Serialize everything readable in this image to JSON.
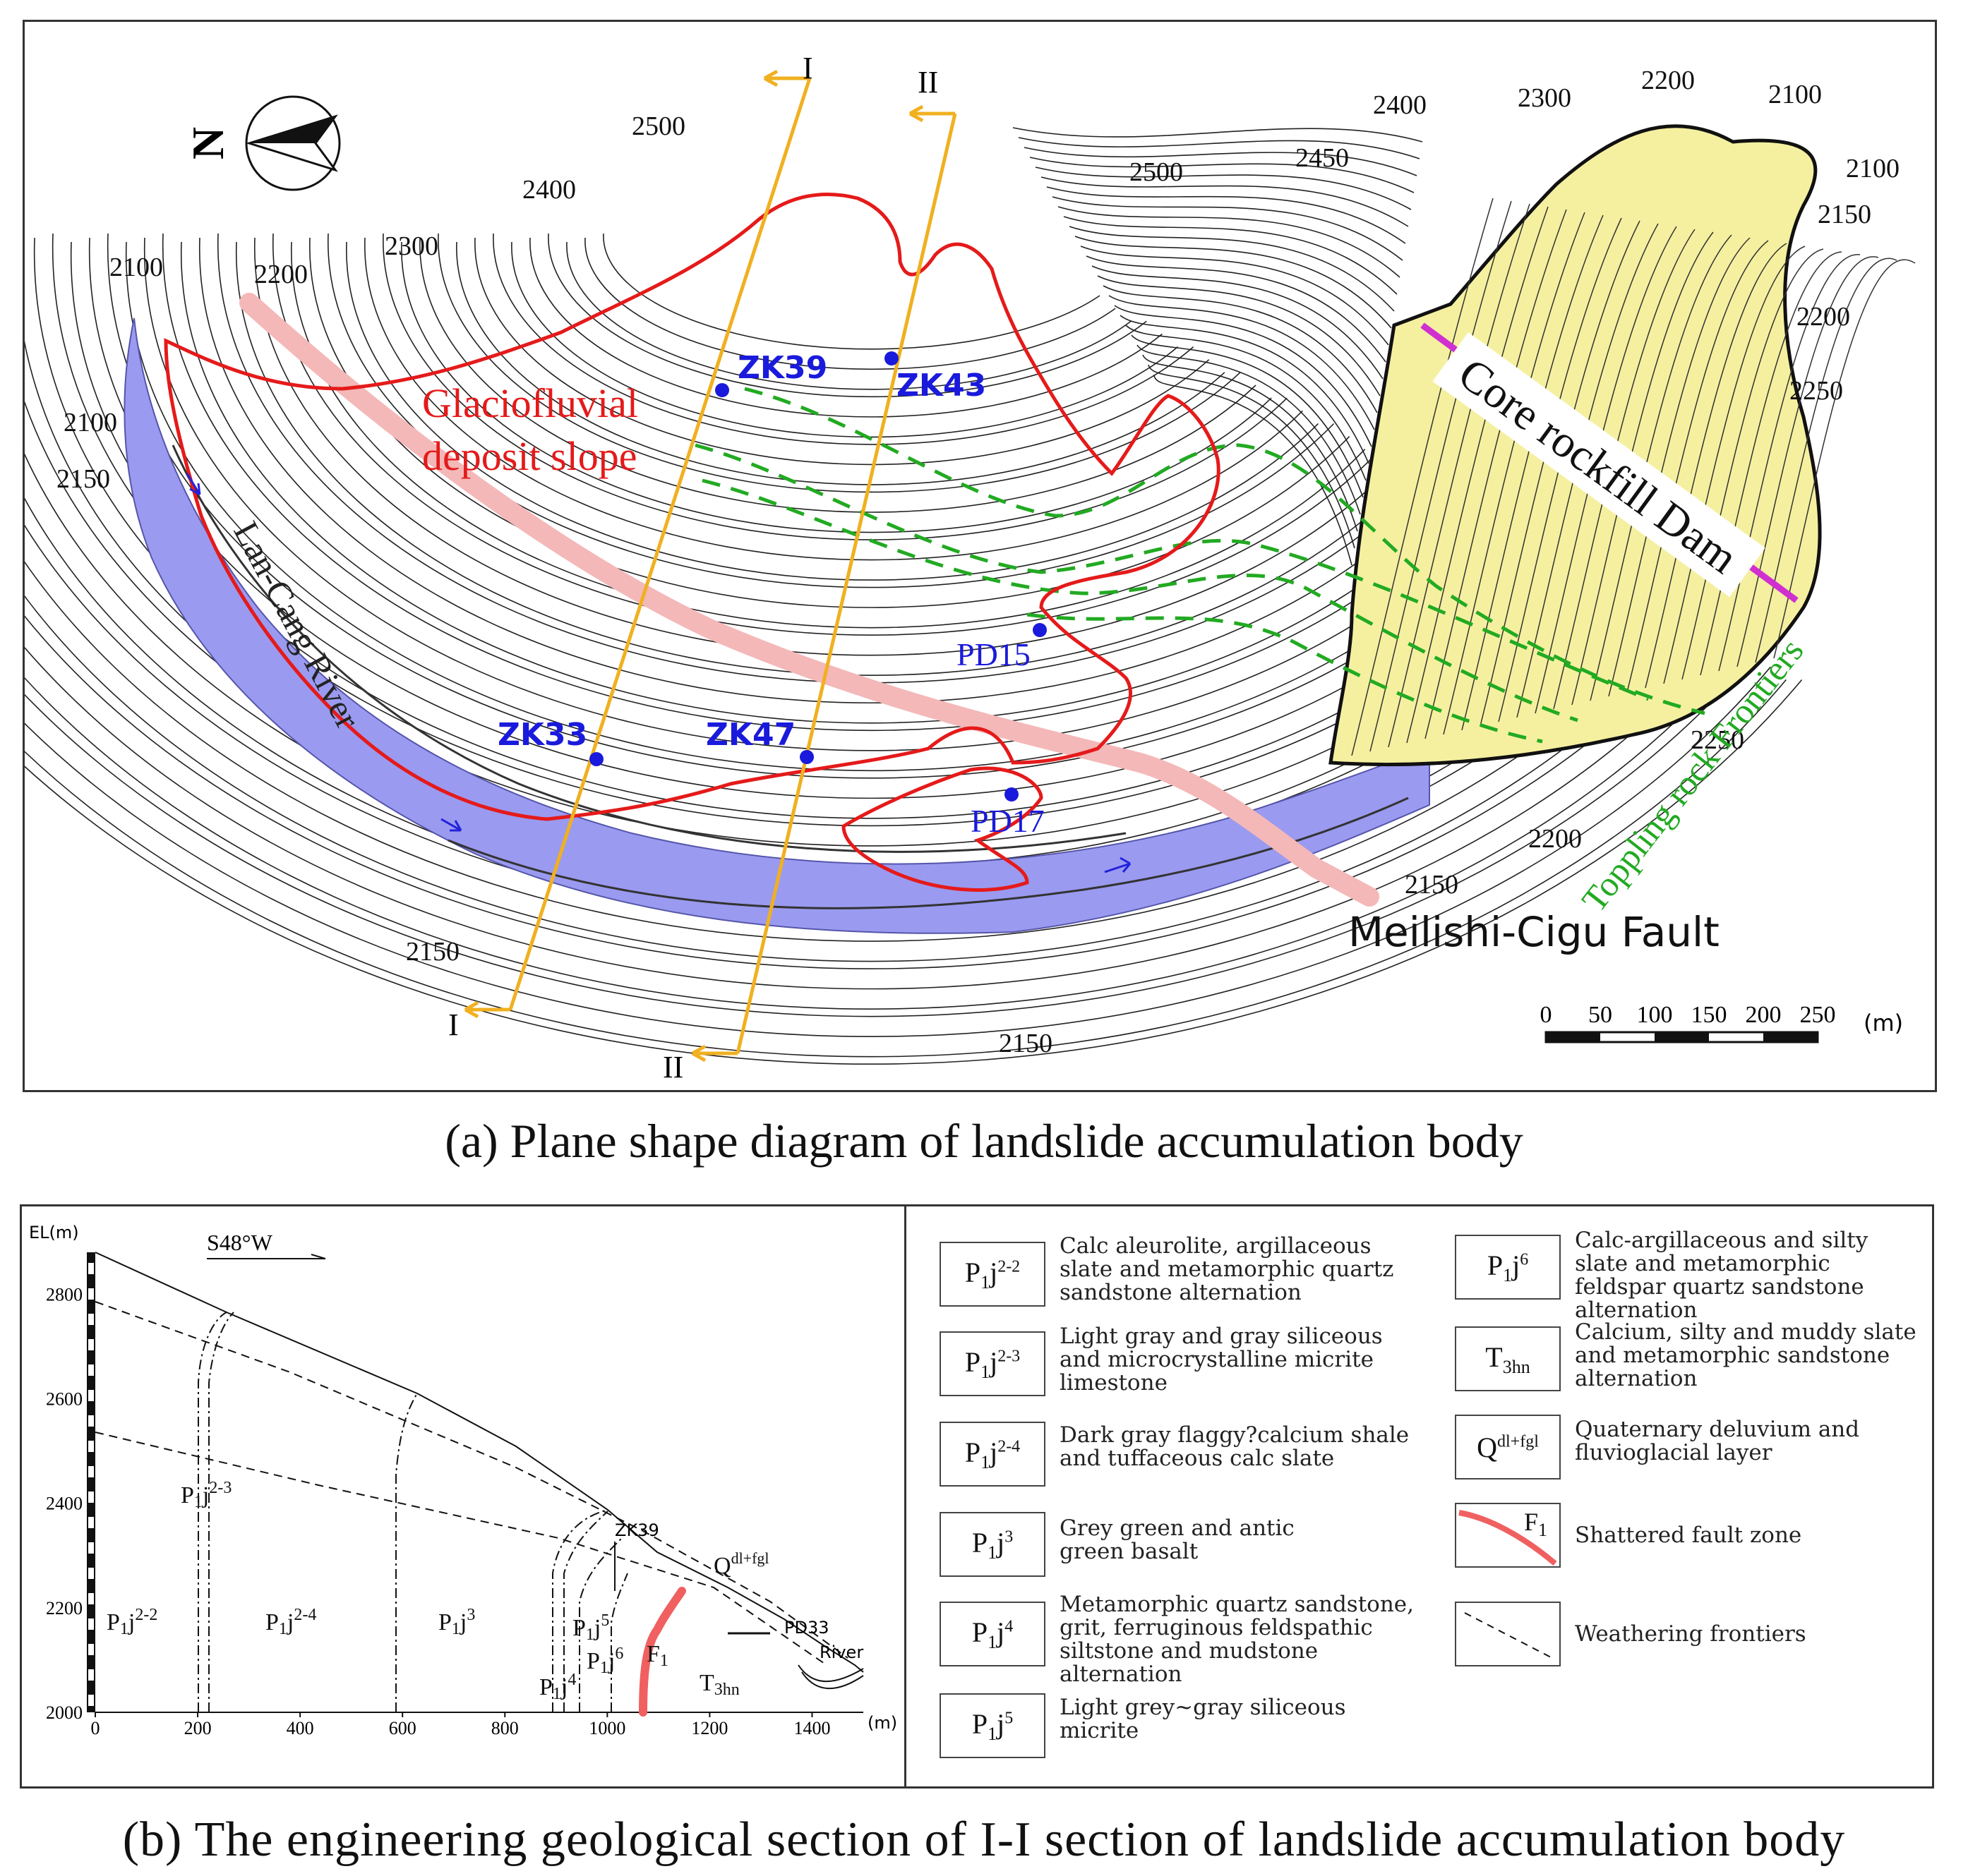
{
  "map": {
    "north_label": "N",
    "sections": {
      "i": "I",
      "ii": "II"
    },
    "contours": [
      "2500",
      "2400",
      "2300",
      "2200",
      "2100",
      "2100",
      "2150",
      "2400",
      "2300",
      "2200",
      "2100",
      "2100",
      "2500",
      "2450",
      "2150",
      "2200",
      "2250",
      "2250",
      "2200",
      "2150",
      "2150",
      "2150"
    ],
    "drillholes": [
      "ZK39",
      "ZK43",
      "ZK33",
      "ZK47",
      "PD15",
      "PD17"
    ],
    "labels": {
      "deposit_1": "Glaciofluvial",
      "deposit_2": "deposit slope",
      "river": "Lan-Cang River",
      "dam": "Core rockfill Dam",
      "toppling": "Toppling rock Frontiers",
      "fault": "Meilishi-Cigu Fault"
    },
    "scale": {
      "ticks": [
        "0",
        "50",
        "100",
        "150",
        "200",
        "250"
      ],
      "unit": "(m)"
    },
    "colors": {
      "river": "#9a9af0",
      "dam": "#f5f0a0",
      "deposit_boundary": "#e51a1a",
      "fault": "#f4b8b8",
      "section": "#f0b020",
      "toppling": "#22aa22",
      "drillhole": "#1a1adc",
      "dam_axis": "#d030d0"
    }
  },
  "caption_a": "(a) Plane shape diagram of landslide accumulation body",
  "section": {
    "el_label": "EL(m)",
    "direction": "S48°W",
    "y_ticks": [
      "2800",
      "2600",
      "2400",
      "2200",
      "2000"
    ],
    "x_ticks": [
      "0",
      "200",
      "400",
      "600",
      "800",
      "1000",
      "1200",
      "1400"
    ],
    "x_unit": "(m)",
    "zk39": "ZK39",
    "pd33": "PD33",
    "river": "River",
    "q_layer": "Q",
    "q_sup": "dl+fgl",
    "f1": "F",
    "f1_sub": "1",
    "t3hn": "T",
    "t3hn_sub": "3hn",
    "units": [
      {
        "sub": "1",
        "sup": "2-2"
      },
      {
        "sub": "1",
        "sup": "2-3"
      },
      {
        "sub": "1",
        "sup": "2-4"
      },
      {
        "sub": "1",
        "sup": "3"
      },
      {
        "sub": "1",
        "sup": "5"
      },
      {
        "sub": "1",
        "sup": "6"
      },
      {
        "sub": "1",
        "sup": "4"
      }
    ]
  },
  "legend": {
    "p": "P",
    "j": "j",
    "items": [
      {
        "sub": "1",
        "sup": "2-2",
        "text": "Calc aleurolite, argillaceous slate and metamorphic quartz sandstone alternation"
      },
      {
        "sub": "1",
        "sup": "2-3",
        "text": "Light gray and gray siliceous and microcrystalline micrite limestone"
      },
      {
        "sub": "1",
        "sup": "2-4",
        "text": "Dark gray flaggy?calcium shale and tuffaceous calc slate"
      },
      {
        "sub": "1",
        "sup": "3",
        "text": "Grey green and antic green basalt"
      },
      {
        "sub": "1",
        "sup": "4",
        "text": "Metamorphic quartz sandstone, grit, ferruginous feldspathic siltstone and mudstone alternation"
      },
      {
        "sub": "1",
        "sup": "5",
        "text": "Light grey~gray siliceous micrite"
      },
      {
        "sub": "1",
        "sup": "6",
        "text": "Calc-argillaceous and silty slate and metamorphic feldspar quartz sandstone alternation"
      },
      {
        "code": "T",
        "sub": "3hn",
        "text": "Calcium, silty and muddy slate and metamorphic sandstone alternation"
      },
      {
        "code": "Q",
        "sup": "dl+fgl",
        "text": "Quaternary deluvium and fluvioglacial layer"
      },
      {
        "code": "F",
        "sub": "1",
        "text": "Shattered fault zone"
      },
      {
        "text": "Weathering frontiers"
      }
    ]
  },
  "caption_b": "(b) The engineering geological section of I-I section of landslide accumulation body"
}
